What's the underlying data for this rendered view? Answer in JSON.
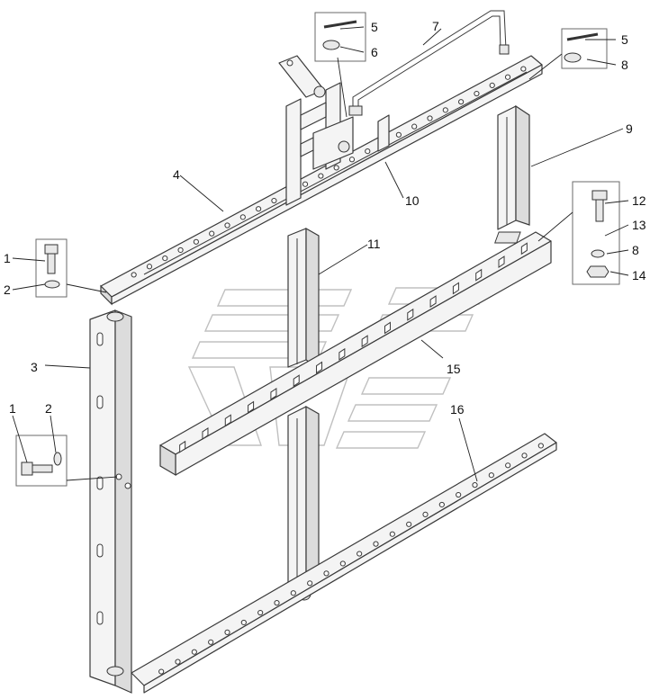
{
  "callouts": [
    {
      "id": "c1a",
      "label": "1"
    },
    {
      "id": "c2a",
      "label": "2"
    },
    {
      "id": "c3",
      "label": "3"
    },
    {
      "id": "c4",
      "label": "4"
    },
    {
      "id": "c5a",
      "label": "5"
    },
    {
      "id": "c6",
      "label": "6"
    },
    {
      "id": "c7",
      "label": "7"
    },
    {
      "id": "c5b",
      "label": "5"
    },
    {
      "id": "c8a",
      "label": "8"
    },
    {
      "id": "c9",
      "label": "9"
    },
    {
      "id": "c10",
      "label": "10"
    },
    {
      "id": "c11",
      "label": "11"
    },
    {
      "id": "c12",
      "label": "12"
    },
    {
      "id": "c13",
      "label": "13"
    },
    {
      "id": "c8b",
      "label": "8"
    },
    {
      "id": "c14",
      "label": "14"
    },
    {
      "id": "c15",
      "label": "15"
    },
    {
      "id": "c16",
      "label": "16"
    },
    {
      "id": "c1b",
      "label": "1"
    },
    {
      "id": "c2b",
      "label": "2"
    }
  ]
}
